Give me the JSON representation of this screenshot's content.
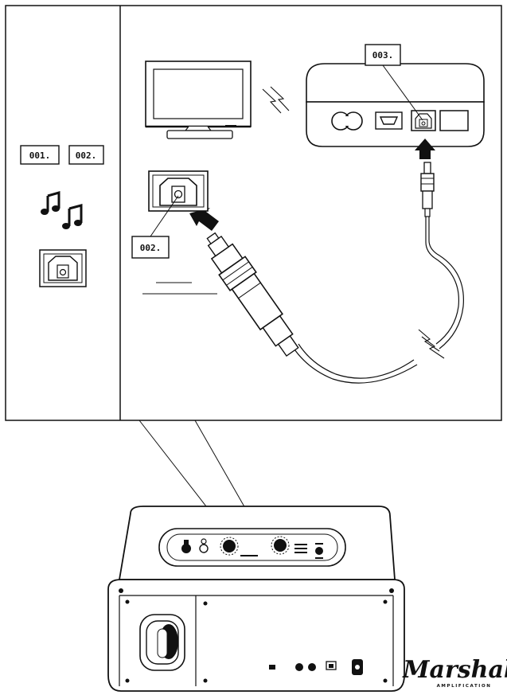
{
  "labels": {
    "step1": "001.",
    "step2": "002.",
    "step3": "003.",
    "callout2": "002."
  },
  "icons": {
    "music": "music-notes-icon",
    "optical": "optical-port-icon"
  },
  "brand": {
    "name": "Marshall",
    "tagline": "AMPLIFICATION"
  }
}
